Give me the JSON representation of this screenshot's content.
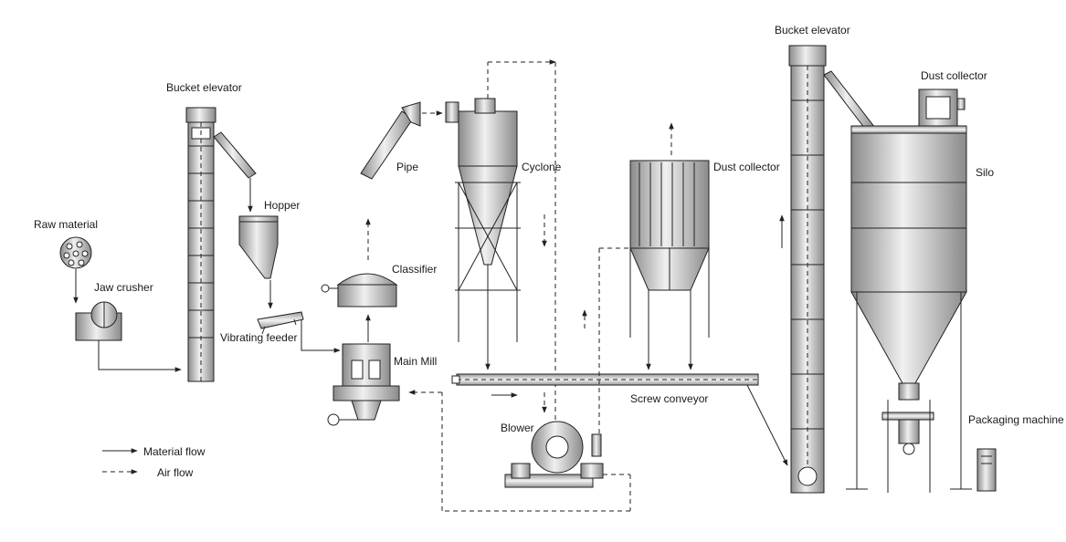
{
  "labels": {
    "raw_material": "Raw material",
    "jaw_crusher": "Jaw crusher",
    "bucket_elevator_1": "Bucket elevator",
    "hopper": "Hopper",
    "vibrating_feeder": "Vibrating feeder",
    "pipe": "Pipe",
    "classifier": "Classifier",
    "main_mill": "Main Mill",
    "cyclone": "Cyclone",
    "dust_collector_1": "Dust collector",
    "screw_conveyor": "Screw conveyor",
    "blower": "Blower",
    "bucket_elevator_2": "Bucket elevator",
    "dust_collector_2": "Dust collector",
    "silo": "Silo",
    "packaging_machine": "Packaging machine"
  },
  "legend": {
    "material_flow": "Material flow",
    "air_flow": "Air flow"
  },
  "colors": {
    "line": "#222222",
    "metal_dark": "#8a8a8a",
    "metal_light": "#f0f0f0"
  }
}
